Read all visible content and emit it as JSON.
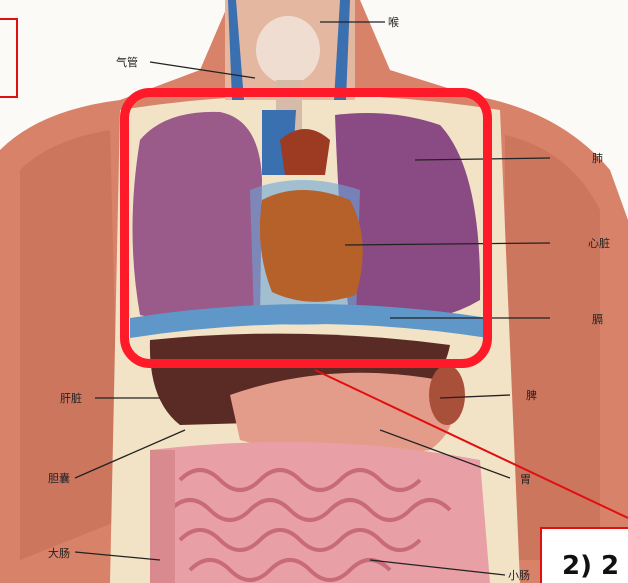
{
  "labels": {
    "throat": "喉",
    "trachea": "气管",
    "lung": "肺",
    "heart": "心脏",
    "diaphragm": "膈",
    "liver": "肝脏",
    "spleen": "脾",
    "gallbladder": "胆囊",
    "stomach": "胃",
    "large_intestine": "大肠",
    "small_intestine": "小肠"
  },
  "callout": {
    "text": "2) 2"
  },
  "colors": {
    "highlight": "#ff1a2a",
    "callout_border": "#e01010",
    "skin": "#d9826a",
    "lung": "#9a5a8a",
    "heart": "#b6602a",
    "vessel": "#3a6fb0",
    "liver": "#5a2a24",
    "intestine": "#e8a0a6"
  }
}
